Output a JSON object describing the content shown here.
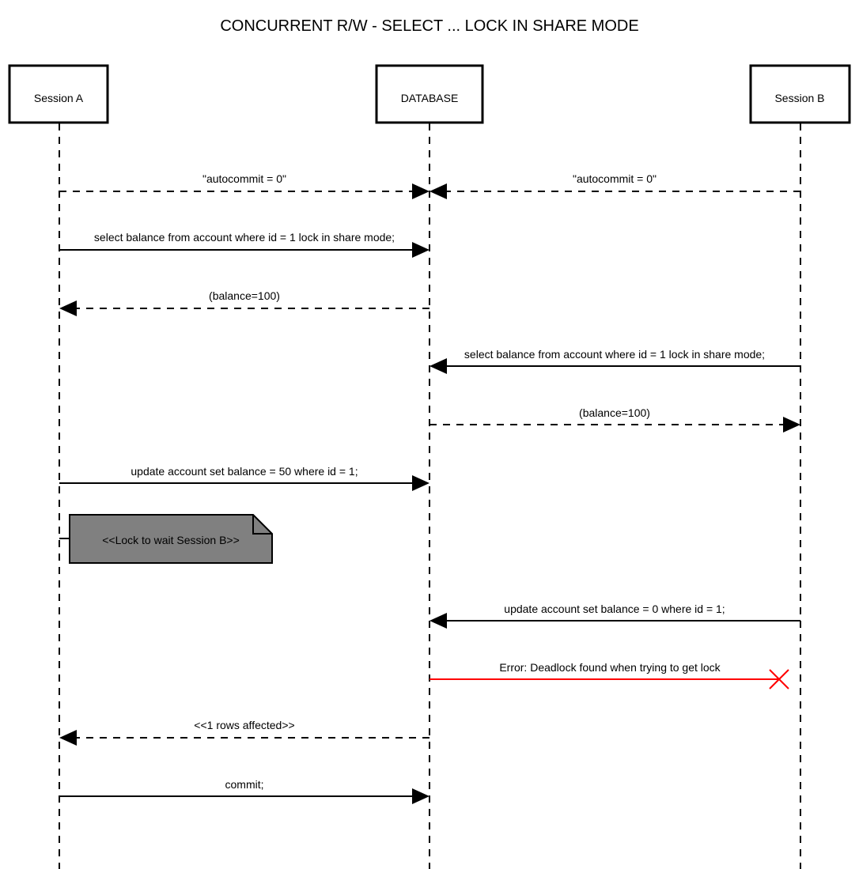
{
  "title": "CONCURRENT R/W - SELECT ... LOCK IN SHARE MODE",
  "actors": [
    {
      "id": "a",
      "name": "Session A"
    },
    {
      "id": "db",
      "name": "DATABASE"
    },
    {
      "id": "b",
      "name": "Session B"
    }
  ],
  "messages": [
    {
      "from": "a",
      "to": "db",
      "style": "dashed",
      "label": "\"autocommit = 0\""
    },
    {
      "from": "b",
      "to": "db",
      "style": "dashed",
      "label": "\"autocommit = 0\""
    },
    {
      "from": "a",
      "to": "db",
      "style": "solid",
      "label": "select balance from account where id = 1 lock in share mode;"
    },
    {
      "from": "db",
      "to": "a",
      "style": "dashed",
      "label": "(balance=100)"
    },
    {
      "from": "b",
      "to": "db",
      "style": "solid",
      "label": "select balance from account where id = 1 lock in share mode;"
    },
    {
      "from": "db",
      "to": "b",
      "style": "dashed",
      "label": "(balance=100)"
    },
    {
      "from": "a",
      "to": "db",
      "style": "solid",
      "label": "update account set balance = 50 where id = 1;"
    },
    {
      "from": "b",
      "to": "db",
      "style": "solid",
      "label": "update account set balance = 0 where id = 1;"
    },
    {
      "from": "db",
      "to": "b",
      "style": "error",
      "label": "Error: Deadlock found when trying to get lock"
    },
    {
      "from": "db",
      "to": "a",
      "style": "dashed",
      "label": "<<1 rows affected>>"
    },
    {
      "from": "a",
      "to": "db",
      "style": "solid",
      "label": "commit;"
    }
  ],
  "note": {
    "text": "<<Lock to wait Session B>>"
  },
  "colors": {
    "line": "#000000",
    "error": "#ff0000",
    "note_fill": "#808080"
  }
}
